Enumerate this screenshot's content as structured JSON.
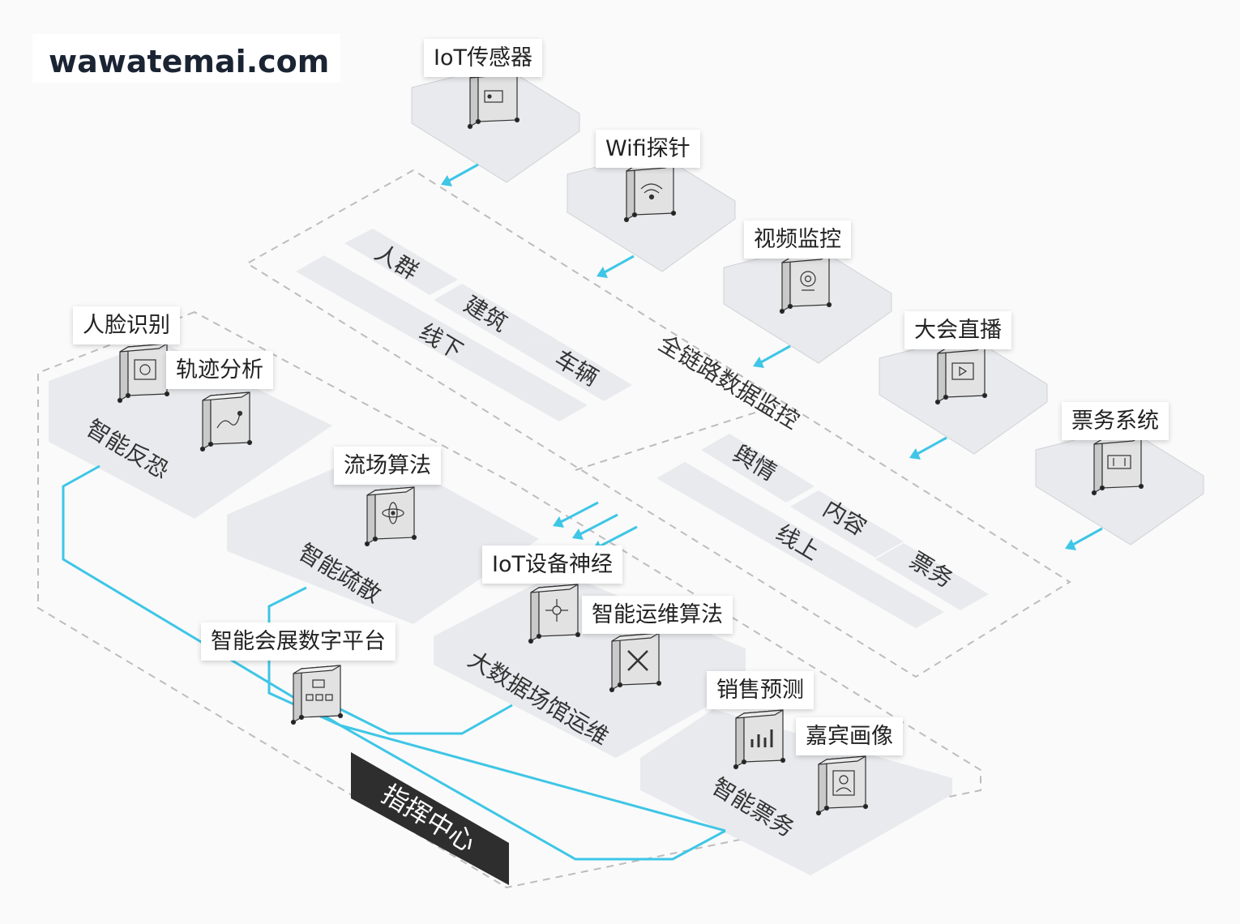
{
  "watermark": "wawatemai.com",
  "data_sources": [
    {
      "label": "IoT传感器",
      "icon": "router-icon"
    },
    {
      "label": "Wifi探针",
      "icon": "wifi-icon"
    },
    {
      "label": "视频监控",
      "icon": "webcam-icon"
    },
    {
      "label": "大会直播",
      "icon": "tv-icon"
    },
    {
      "label": "票务系统",
      "icon": "ticket-icon"
    }
  ],
  "monitoring": {
    "title": "全链路数据监控",
    "offline": {
      "label": "线下",
      "tags": [
        "人群",
        "建筑",
        "车辆"
      ]
    },
    "online": {
      "label": "线上",
      "tags": [
        "舆情",
        "内容",
        "票务"
      ]
    }
  },
  "modules": {
    "anti_terror": {
      "label": "智能反恐",
      "items": [
        "人脸识别",
        "轨迹分析"
      ]
    },
    "crowd": {
      "label": "智能疏散",
      "items": [
        "流场算法"
      ]
    },
    "ops": {
      "label": "大数据场馆运维",
      "items": [
        "IoT设备神经",
        "智能运维算法"
      ]
    },
    "ticketing": {
      "label": "智能票务",
      "items": [
        "销售预测",
        "嘉宾画像"
      ]
    }
  },
  "platform": {
    "label": "智能会展数字平台"
  },
  "command_center": {
    "label": "指挥中心"
  },
  "colors": {
    "link": "#3ec6e6",
    "panel": "#e8eaed",
    "dashed": "#bdbdbd",
    "box_face": "#dcdcdc",
    "command": "#2e2e2e"
  }
}
